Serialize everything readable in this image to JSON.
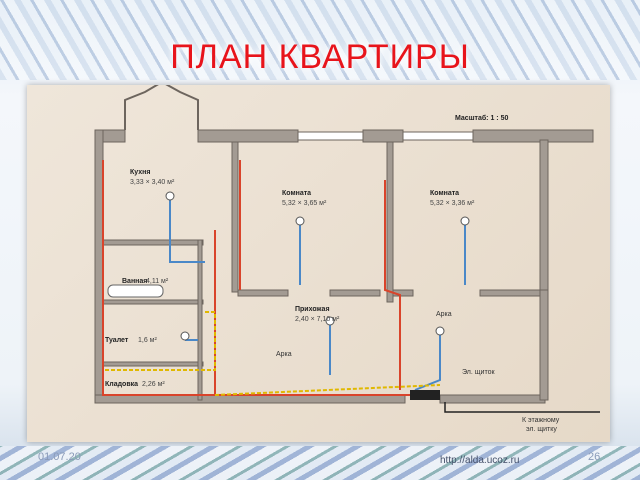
{
  "slide": {
    "title": "ПЛАН КВАРТИРЫ",
    "date": "01.07.20",
    "url": "http://alda.ucoz.ru",
    "page": "26"
  },
  "plan": {
    "scale": "Масштаб: 1 : 50",
    "rooms": {
      "kitchen": {
        "name": "Кухня",
        "size": "3,33 × 3,40 м²"
      },
      "room1": {
        "name": "Комната",
        "size": "5,32 × 3,65 м²"
      },
      "room2": {
        "name": "Комната",
        "size": "5,32 × 3,36 м²"
      },
      "bath": {
        "name": "Ванная",
        "size": "4,11 м²"
      },
      "toilet": {
        "name": "Туалет",
        "size": "1,6 м²"
      },
      "storage": {
        "name": "Кладовка",
        "size": "2,26 м²"
      },
      "hall": {
        "name": "Прихожая",
        "size": "2,40 × 7,10 м²"
      }
    },
    "annotations": {
      "arch1": "Арка",
      "arch2": "Арка",
      "panel": "Эл. щиток",
      "to_floor_panel_1": "К этажному",
      "to_floor_panel_2": "эл. щитку"
    },
    "colors": {
      "title": "#e8141b",
      "power_line": "#d9442b",
      "light_line": "#4a88c8",
      "low_voltage": "#e0b800",
      "wall": "#9a9088"
    }
  }
}
